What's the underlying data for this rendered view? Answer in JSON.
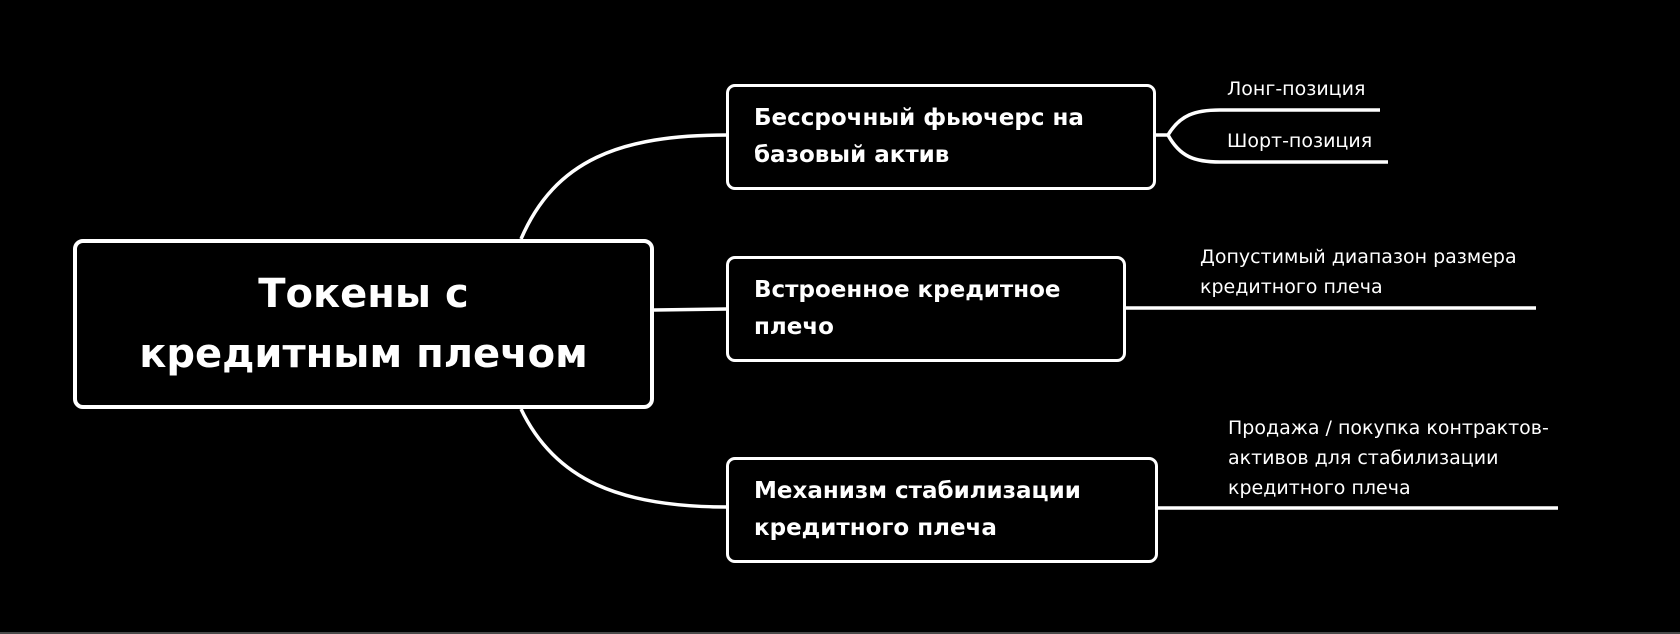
{
  "root": {
    "lines": [
      "Токены с",
      "кредитным плечом"
    ]
  },
  "topics": [
    {
      "lines": [
        "Бессрочный фьючерс на",
        "базовый актив"
      ],
      "leaves": [
        {
          "lines": [
            "Лонг-позиция"
          ]
        },
        {
          "lines": [
            "Шорт-позиция"
          ]
        }
      ]
    },
    {
      "lines": [
        "Встроенное кредитное",
        "плечо"
      ],
      "leaves": [
        {
          "lines": [
            "Допустимый диапазон размера",
            "кредитного плеча"
          ]
        }
      ]
    },
    {
      "lines": [
        "Механизм стабилизации",
        "кредитного плеча"
      ],
      "leaves": [
        {
          "lines": [
            "Продажа / покупка контрактов-",
            "активов для стабилизации",
            "кредитного плеча"
          ]
        }
      ]
    }
  ],
  "colors": {
    "background": "#000000",
    "foreground": "#ffffff"
  }
}
